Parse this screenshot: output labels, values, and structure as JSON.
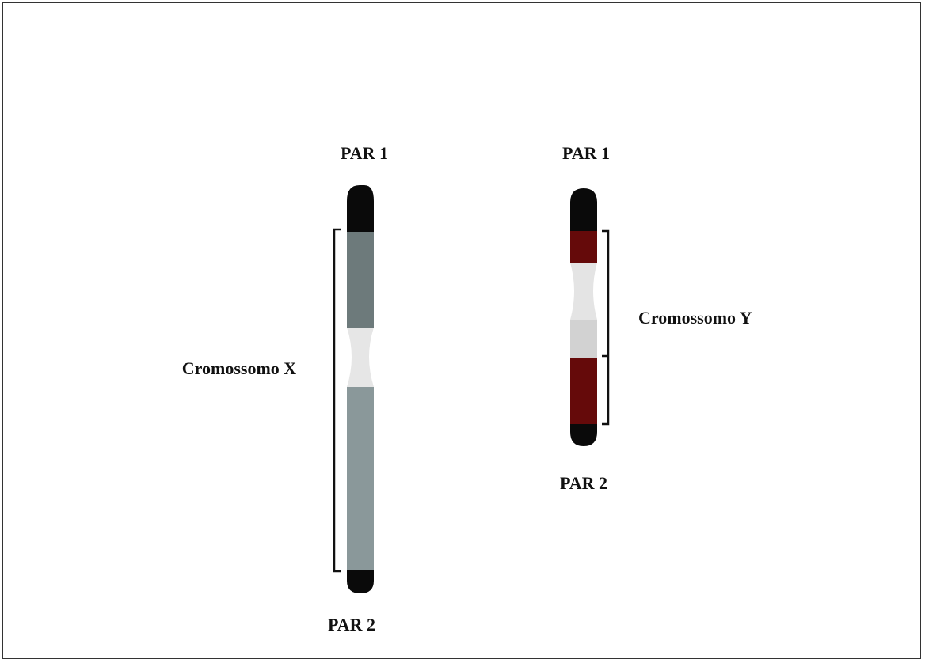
{
  "colors": {
    "telomere_par": "#0a0a0a",
    "x_arm_upper": "#6d7a7b",
    "x_arm_lower": "#8a989a",
    "x_centromere": "#e6e6e6",
    "y_band_dark": "#650a0a",
    "y_light": "#e4e4e4",
    "y_light_lower": "#d2d2d2",
    "bracket": "#111111"
  },
  "chromosome_x": {
    "label": "Cromossomo X",
    "top_region": "PAR 1",
    "bottom_region": "PAR 2"
  },
  "chromosome_y": {
    "label": "Cromossomo Y",
    "top_region": "PAR 1",
    "bottom_region": "PAR 2"
  }
}
